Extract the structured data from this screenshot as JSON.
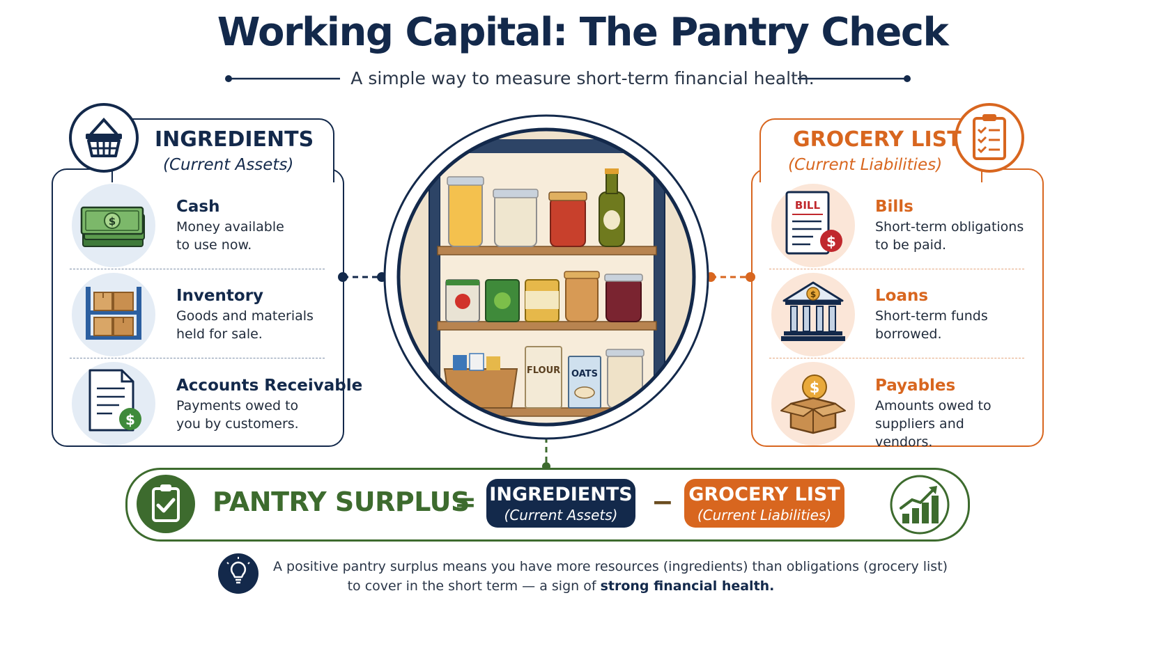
{
  "title": "Working Capital: The Pantry Check",
  "subtitle": "A simple way to measure short-term financial health.",
  "assets": {
    "title": "INGREDIENTS",
    "subtitle": "(Current Assets)",
    "items": [
      {
        "name": "Cash",
        "desc": "Money available to use now."
      },
      {
        "name": "Inventory",
        "desc": "Goods and materials held for sale."
      },
      {
        "name": "Accounts Receivable",
        "desc": "Payments owed to you by customers."
      }
    ]
  },
  "liabilities": {
    "title": "GROCERY LIST",
    "subtitle": "(Current Liabilities)",
    "items": [
      {
        "name": "Bills",
        "desc": "Short-term obligations to be paid."
      },
      {
        "name": "Loans",
        "desc": "Short-term funds borrowed."
      },
      {
        "name": "Payables",
        "desc": "Amounts owed to suppliers and vendors."
      }
    ]
  },
  "pantry_labels": {
    "flour": "FLOUR",
    "oats": "OATS",
    "bill": "BILL"
  },
  "formula": {
    "result": "PANTRY SURPLUS",
    "equals": "=",
    "minus": "−",
    "assets_title": "INGREDIENTS",
    "assets_sub": "(Current Assets)",
    "liabilities_title": "GROCERY LIST",
    "liabilities_sub": "(Current Liabilities)"
  },
  "note": {
    "line1": "A positive pantry surplus means you have more resources (ingredients) than obligations (grocery list)",
    "line2": "to cover in the short term — a sign of",
    "bold": "strong financial health."
  },
  "colors": {
    "navy": "#13294b",
    "orange": "#d8661f",
    "green": "#3d6b2e",
    "light_blue": "#e4ecf5",
    "light_peach": "#fbe6d8"
  },
  "icons": [
    "basket-icon",
    "clipboard-checklist-icon",
    "cash-icon",
    "shelf-boxes-icon",
    "invoice-dollar-icon",
    "bill-icon",
    "bank-icon",
    "open-box-coin-icon",
    "clipboard-check-icon",
    "growth-chart-icon",
    "lightbulb-icon"
  ]
}
